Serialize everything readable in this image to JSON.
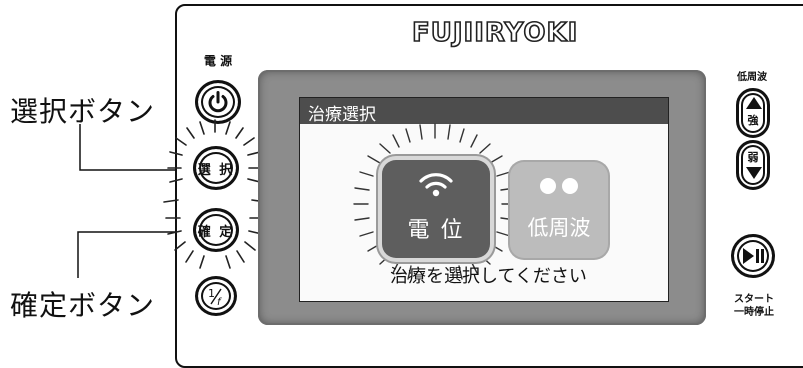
{
  "callouts": {
    "select_label": "選択ボタン",
    "confirm_label": "確定ボタン"
  },
  "device": {
    "brand": "FUJIIRYOKI",
    "power_label": "電 源",
    "select_button": "選 択",
    "confirm_button": "確 定",
    "low_freq_label": "低周波",
    "strong_label": "強",
    "weak_label": "弱",
    "start_stop_label_line1": "スタート",
    "start_stop_label_line2": "一時停止"
  },
  "screen": {
    "title": "治療選択",
    "option_selected": "電 位",
    "option_other": "低周波",
    "message": "治療を選択してください"
  },
  "colors": {
    "screen_header": "#4d4d4d",
    "tile_selected": "#5e5e5e",
    "tile_inactive": "#bcbcbc"
  },
  "icons": [
    "power-icon",
    "wifi-icon",
    "dots-icon",
    "up-arrow-icon",
    "down-arrow-icon",
    "play-pause-icon",
    "fluctuation-icon"
  ]
}
